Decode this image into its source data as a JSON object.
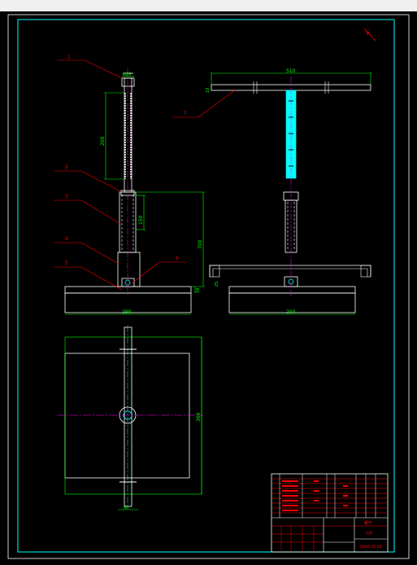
{
  "app": {
    "window": "CAD drawing viewer"
  },
  "drawing": {
    "colors": {
      "background": "#000000",
      "border": "#ffffff",
      "frame": "#00ffff",
      "part": "#ffffff",
      "dimension": "#00ff00",
      "leader": "#ff0000",
      "label": "#ff0000",
      "centerline": "#ff00ff",
      "accent": "#00ffff",
      "weld_mark": "#ff0000"
    },
    "part_labels": [
      "1",
      "2",
      "3",
      "4",
      "5",
      "6",
      "7"
    ],
    "dimensions": {
      "front_top": "Φ26",
      "thread_length": "200",
      "sleeve": "150",
      "total_height": "700",
      "base_height": "18",
      "base_width": "290",
      "side_top": "510",
      "side_small": "10",
      "side_right": "25",
      "side_base": "250",
      "plan_height": "360",
      "plan_width": "50"
    },
    "corner_mark": "√",
    "title_block": {
      "name": "螺杆",
      "scale": "比例",
      "code": "TJS00-00-00",
      "rows": 8
    }
  }
}
